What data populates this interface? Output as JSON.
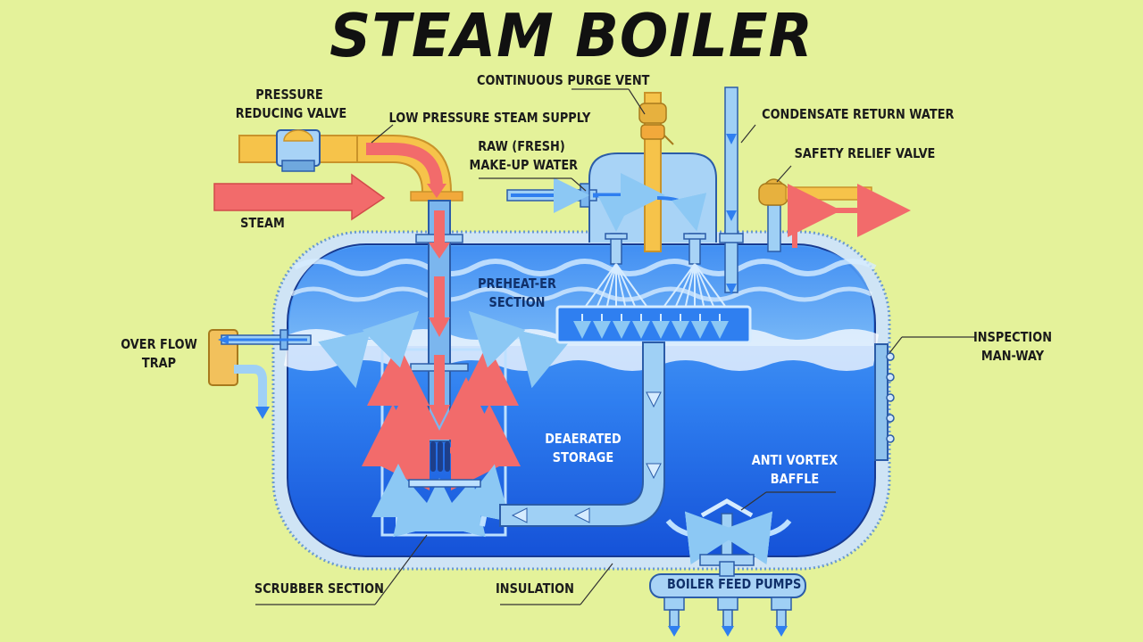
{
  "title": "STEAM BOILER",
  "labels": {
    "continuous_purge_vent": "CONTINUOUS PURGE VENT",
    "pressure_reducing_valve": "PRESSURE\nREDUCING VALVE",
    "low_pressure_steam_supply": "LOW PRESSURE STEAM SUPPLY",
    "raw_makeup_water": "RAW (FRESH)\nMAKE-UP WATER",
    "condensate_return_water": "CONDENSATE RETURN WATER",
    "safety_relief_valve": "SAFETY RELIEF VALVE",
    "steam": "STEAM",
    "preheater_section": "PREHEAT-ER\nSECTION",
    "over_flow_trap": "OVER FLOW\nTRAP",
    "inspection_man_way": "INSPECTION\nMAN-WAY",
    "deaerated_storage": "DEAERATED\nSTORAGE",
    "anti_vortex_baffle": "ANTI VORTEX\nBAFFLE",
    "scrubber_section": "SCRUBBER SECTION",
    "insulation": "INSULATION",
    "boiler_feed_pumps": "BOILER FEED PUMPS"
  },
  "colors": {
    "background": "#e4f29a",
    "water": "#2f7ff0",
    "steam_pipe": "#f6c34a",
    "steam_arrow": "#f26b6b",
    "water_pipe": "#9fd0f5"
  }
}
